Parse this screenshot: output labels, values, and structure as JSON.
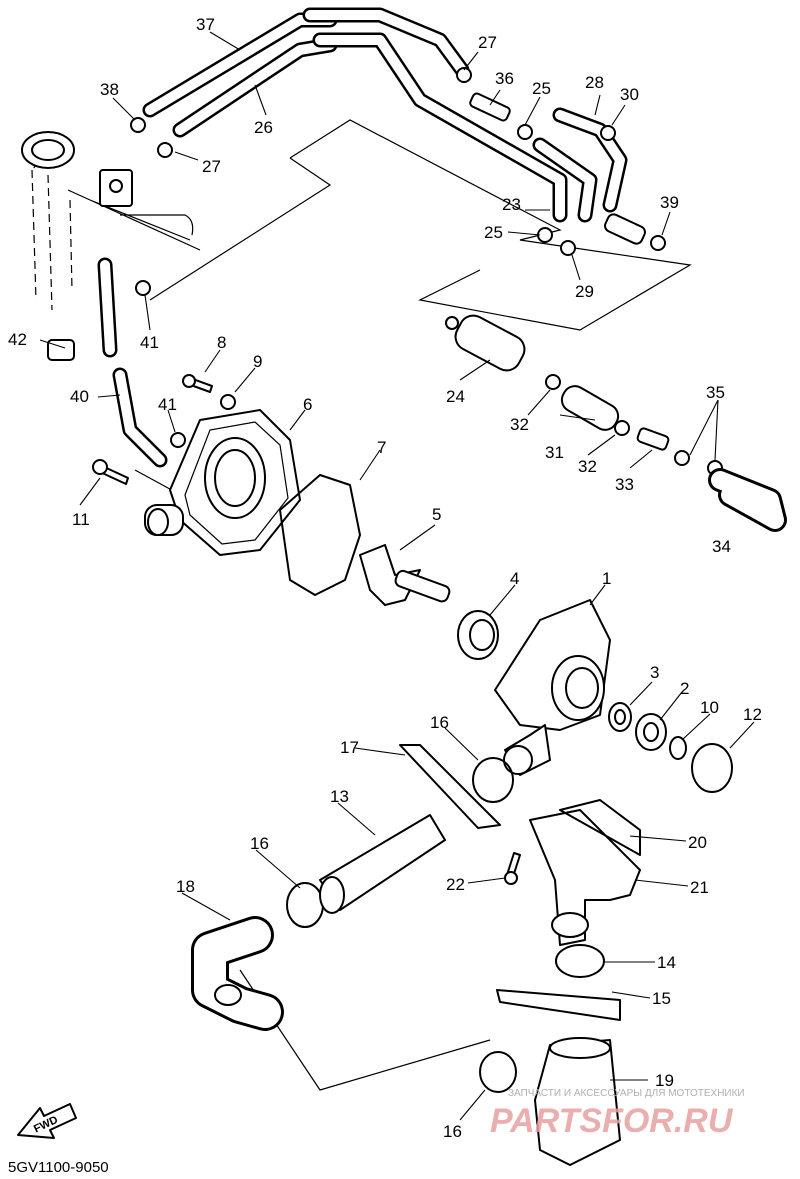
{
  "diagram_code": "5GV1100-9050",
  "fwd_label": "FWD",
  "watermark": {
    "subtitle": "ЗАПЧАСТИ И АКСЕССУАРЫ ДЛЯ МОТОТЕХНИКИ",
    "main": "PARTSFOR.RU"
  },
  "callouts": [
    "37",
    "27",
    "36",
    "25",
    "28",
    "30",
    "38",
    "26",
    "27",
    "23",
    "39",
    "25",
    "29",
    "42",
    "41",
    "8",
    "9",
    "24",
    "35",
    "40",
    "41",
    "6",
    "32",
    "31",
    "32",
    "33",
    "11",
    "7",
    "34",
    "5",
    "4",
    "1",
    "3",
    "2",
    "10",
    "12",
    "16",
    "17",
    "13",
    "20",
    "16",
    "22",
    "21",
    "18",
    "14",
    "15",
    "19",
    "16"
  ]
}
